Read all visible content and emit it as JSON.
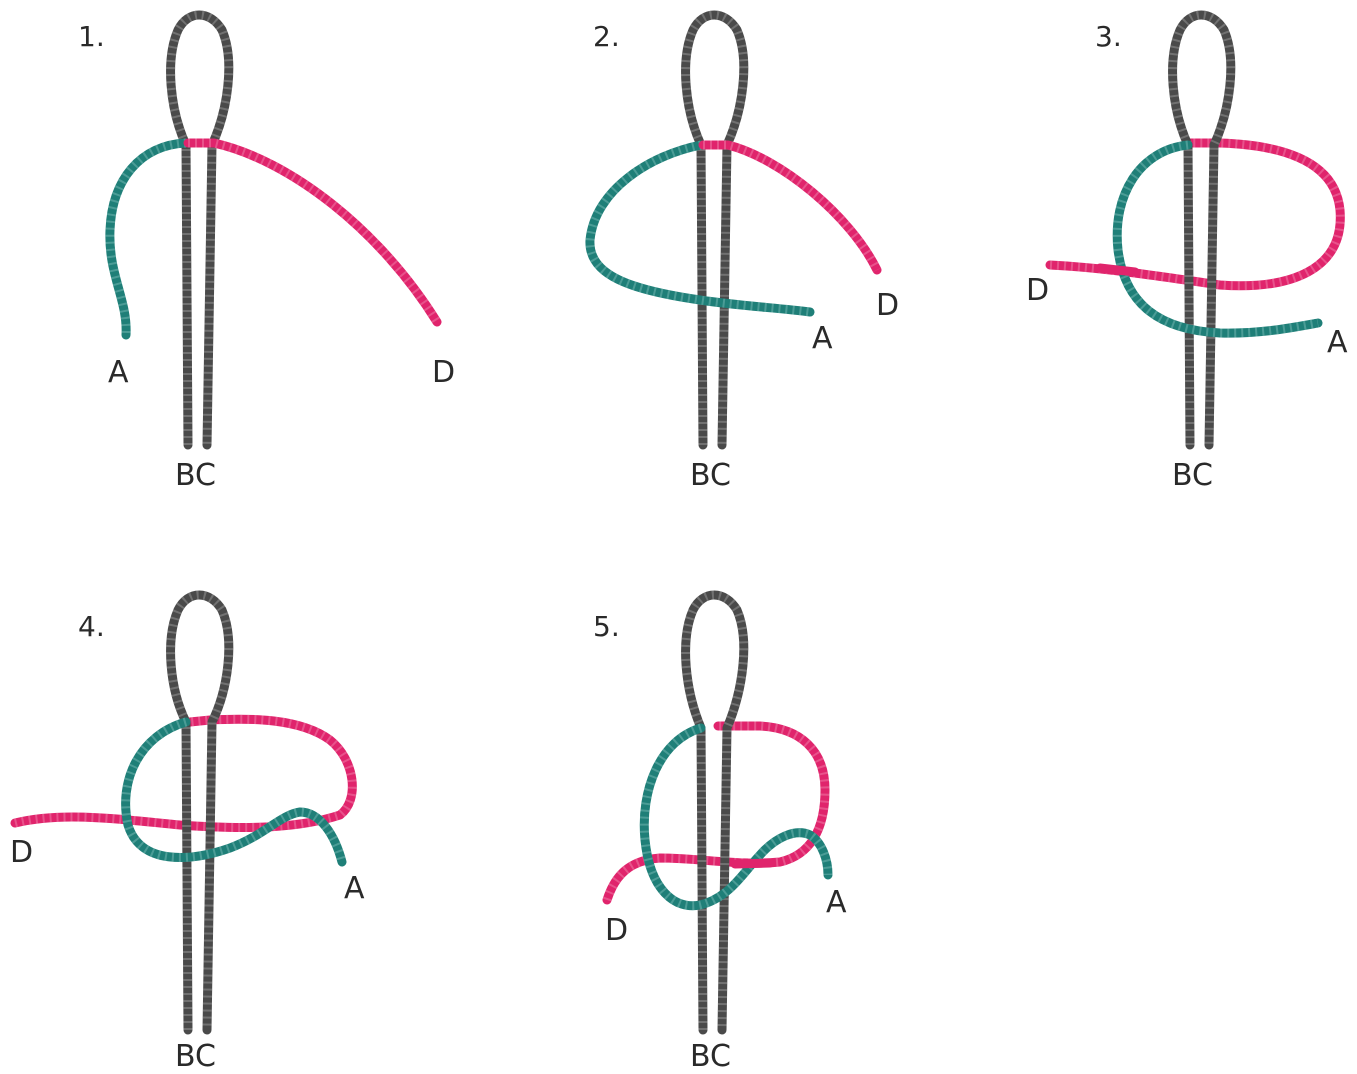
{
  "colors": {
    "loop_rope": "#4a4a4a",
    "green_rope": "#1f7f78",
    "pink_rope": "#e0246c",
    "labels": "#2a2a2a",
    "background": "#ffffff"
  },
  "steps": [
    {
      "number": "1.",
      "end_a": "A",
      "end_d": "D",
      "ends_bottom": "BC"
    },
    {
      "number": "2.",
      "end_a": "A",
      "end_d": "D",
      "ends_bottom": "BC"
    },
    {
      "number": "3.",
      "end_a": "A",
      "end_d": "D",
      "ends_bottom": "BC"
    },
    {
      "number": "4.",
      "end_a": "A",
      "end_d": "D",
      "ends_bottom": "BC"
    },
    {
      "number": "5.",
      "end_a": "A",
      "end_d": "D",
      "ends_bottom": "BC"
    }
  ]
}
